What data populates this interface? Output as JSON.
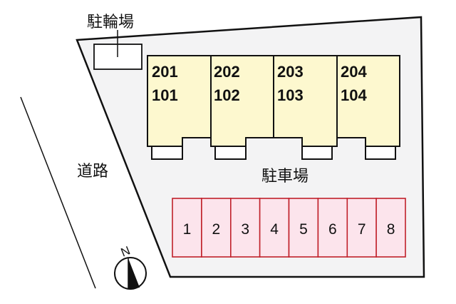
{
  "labels": {
    "bicycle_parking": "駐輪場",
    "road": "道路",
    "parking_lot": "駐車場",
    "north": "N"
  },
  "units": [
    {
      "upper": "201",
      "lower": "101"
    },
    {
      "upper": "202",
      "lower": "102"
    },
    {
      "upper": "203",
      "lower": "103"
    },
    {
      "upper": "204",
      "lower": "104"
    }
  ],
  "parking_spaces": [
    "1",
    "2",
    "3",
    "4",
    "5",
    "6",
    "7",
    "8"
  ],
  "colors": {
    "lot_fill": "#f3f3f4",
    "building_fill": "#fdf8cf",
    "parking_fill": "#fce4ec",
    "parking_stroke": "#c0202a",
    "line": "#111111"
  }
}
